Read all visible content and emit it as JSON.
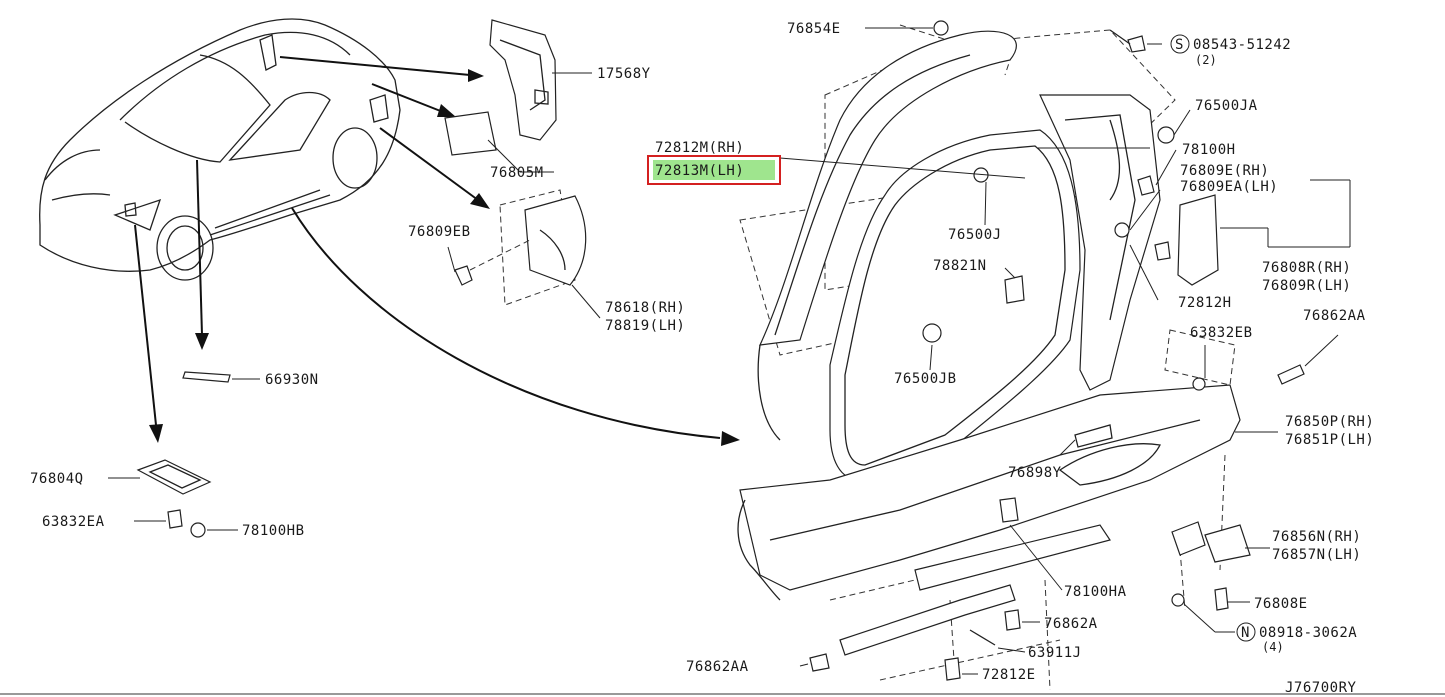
{
  "diagram": {
    "code": "J76700RY",
    "highlighted_part": "72813M(LH)",
    "labels": {
      "p76854E": "76854E",
      "p08543": "08543-51242",
      "p08543_s": "S",
      "p08543_qty": "(2)",
      "p17568Y": "17568Y",
      "p76805M": "76805M",
      "p76500JA": "76500JA",
      "p72812M": "72812M(RH)",
      "p72813M": "72813M(LH)",
      "p78100H": "78100H",
      "p76809E": "76809E(RH)",
      "p76809EA": "76809EA(LH)",
      "p76809EB": "76809EB",
      "p76500J": "76500J",
      "p76808R": "76808R(RH)",
      "p76809R": "76809R(LH)",
      "p78821N": "78821N",
      "p72812H": "72812H",
      "p78618": "78618(RH)",
      "p78819": "78819(LH)",
      "p63832EB": "63832EB",
      "p76862AA_r": "76862AA",
      "p76500JB": "76500JB",
      "p66930N": "66930N",
      "p76850P": "76850P(RH)",
      "p76851P": "76851P(LH)",
      "p76898Y": "76898Y",
      "p76804Q": "76804Q",
      "p63832EA": "63832EA",
      "p78100HB": "78100HB",
      "p76856N": "76856N(RH)",
      "p76857N": "76857N(LH)",
      "p78100HA": "78100HA",
      "p76808E": "76808E",
      "p76862A": "76862A",
      "p08918": "08918-3062A",
      "p08918_n": "N",
      "p08918_qty": "(4)",
      "p63911J": "63911J",
      "p76862AA_b": "76862AA",
      "p72812E": "72812E"
    }
  }
}
